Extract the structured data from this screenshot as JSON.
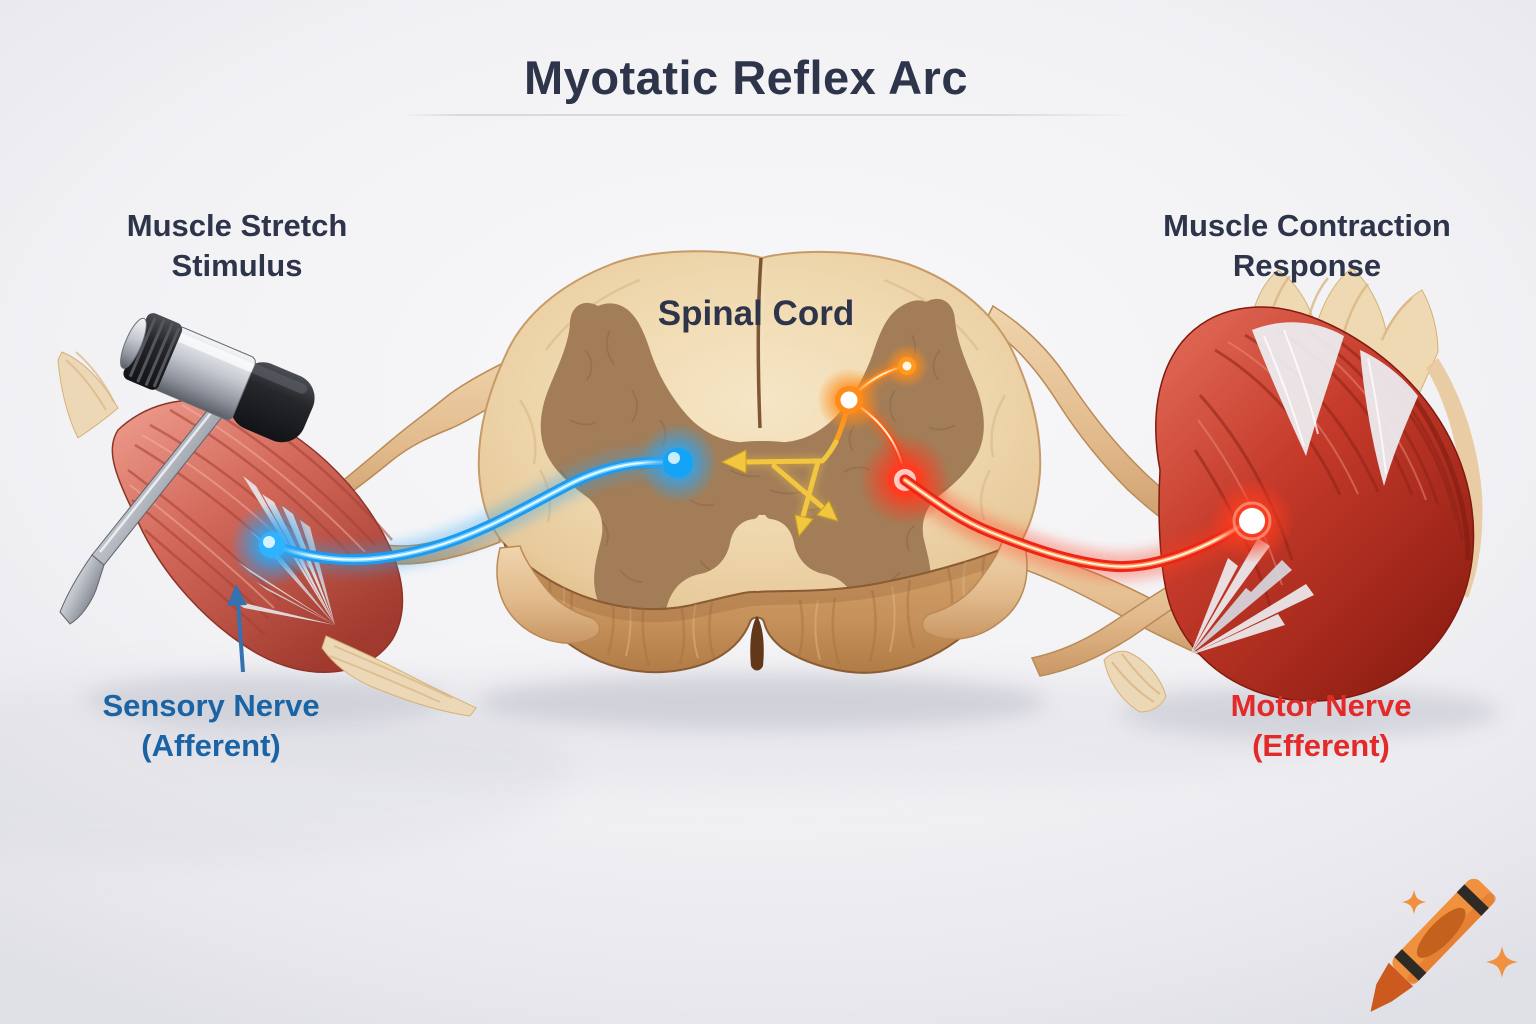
{
  "title": "Myotatic Reflex Arc",
  "labels": {
    "stimulus": {
      "line1": "Muscle Stretch",
      "line2": "Stimulus"
    },
    "response": {
      "line1": "Muscle Contraction",
      "line2": "Response"
    },
    "spinal_cord": "Spinal Cord",
    "sensory": {
      "line1": "Sensory Nerve",
      "line2": "(Afferent)"
    },
    "motor": {
      "line1": "Motor Nerve",
      "line2": "(Efferent)"
    }
  },
  "colors": {
    "ink": "#2e3449",
    "divider": "#d7d7de",
    "sensory-blue": "#1a64a6",
    "motor-red": "#e32a28",
    "nerve-blue": "#1e9bf0",
    "nerve-red": "#ee2418",
    "impulse-orange": "#ff8514",
    "interneuron-yellow": "#f2c63f",
    "crayon-orange": "#f0913f"
  },
  "icons": {
    "reflex_hammer": "reflex-hammer",
    "sensory_pointer": "up-arrow",
    "crayon_logo": "crayon-with-sparkles"
  }
}
